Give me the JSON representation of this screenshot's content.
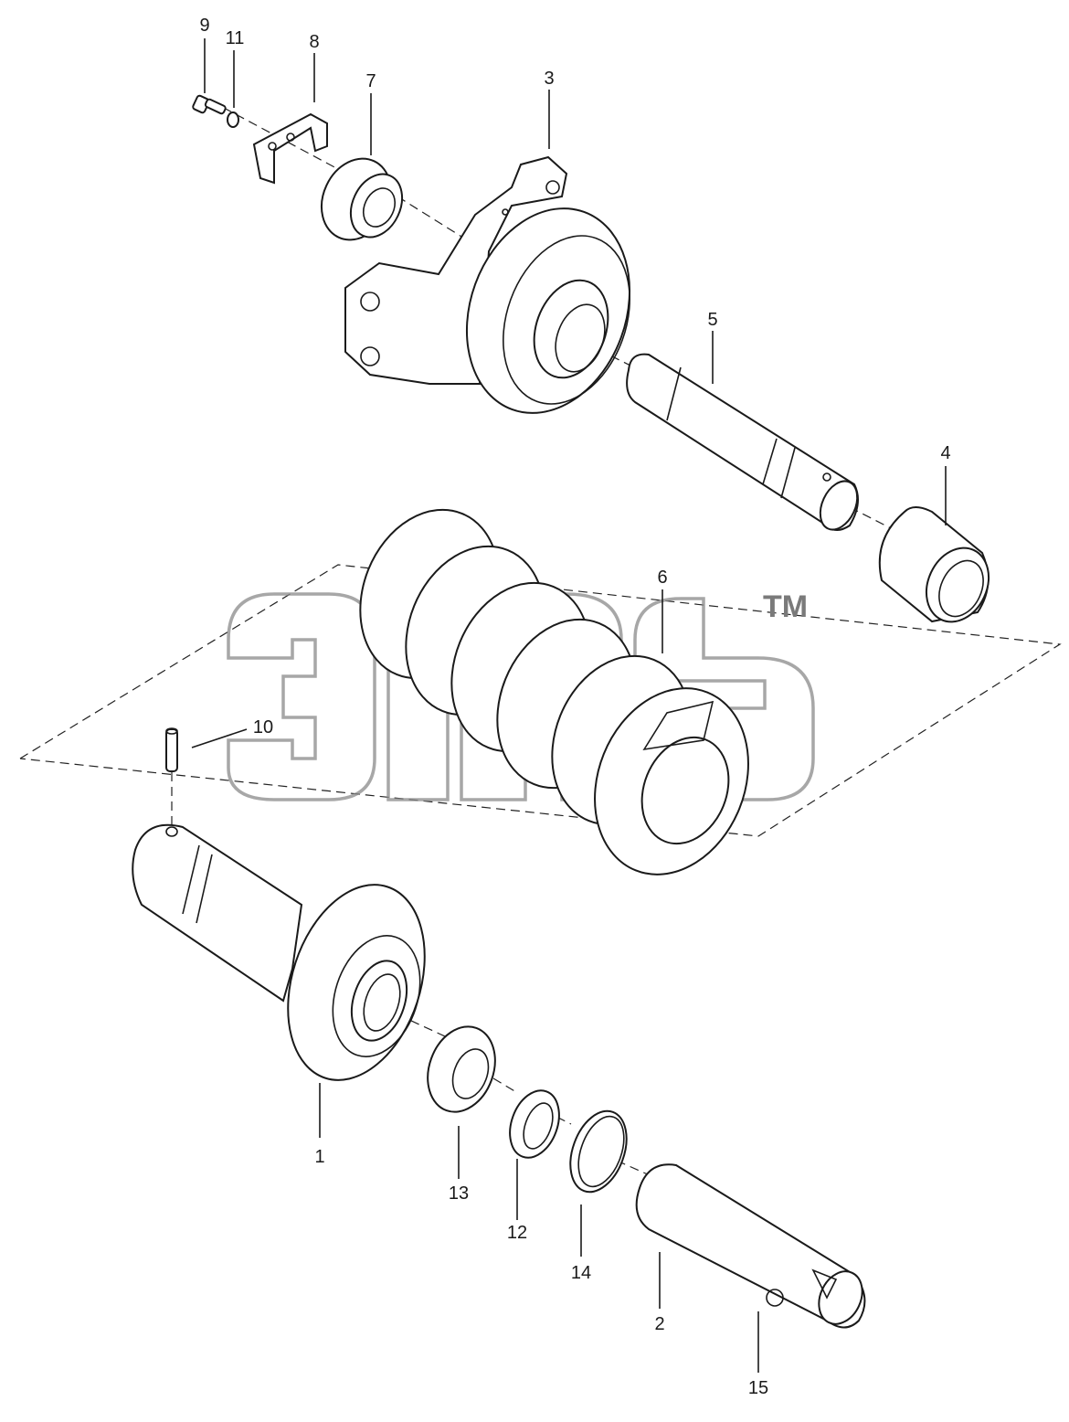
{
  "callouts": [
    {
      "id": "1",
      "text": "1"
    },
    {
      "id": "2",
      "text": "2"
    },
    {
      "id": "3",
      "text": "3"
    },
    {
      "id": "4",
      "text": "4"
    },
    {
      "id": "5",
      "text": "5"
    },
    {
      "id": "6",
      "text": "6"
    },
    {
      "id": "7",
      "text": "7"
    },
    {
      "id": "8",
      "text": "8"
    },
    {
      "id": "9",
      "text": "9"
    },
    {
      "id": "10",
      "text": "10"
    },
    {
      "id": "11",
      "text": "11"
    },
    {
      "id": "12",
      "text": "12"
    },
    {
      "id": "13",
      "text": "13"
    },
    {
      "id": "14",
      "text": "14"
    },
    {
      "id": "15",
      "text": "15"
    }
  ],
  "watermark": {
    "trademark": "TM"
  },
  "colors": {
    "line": "#1a1a1a",
    "watermark": "#8a8a8a",
    "background": "#ffffff"
  }
}
